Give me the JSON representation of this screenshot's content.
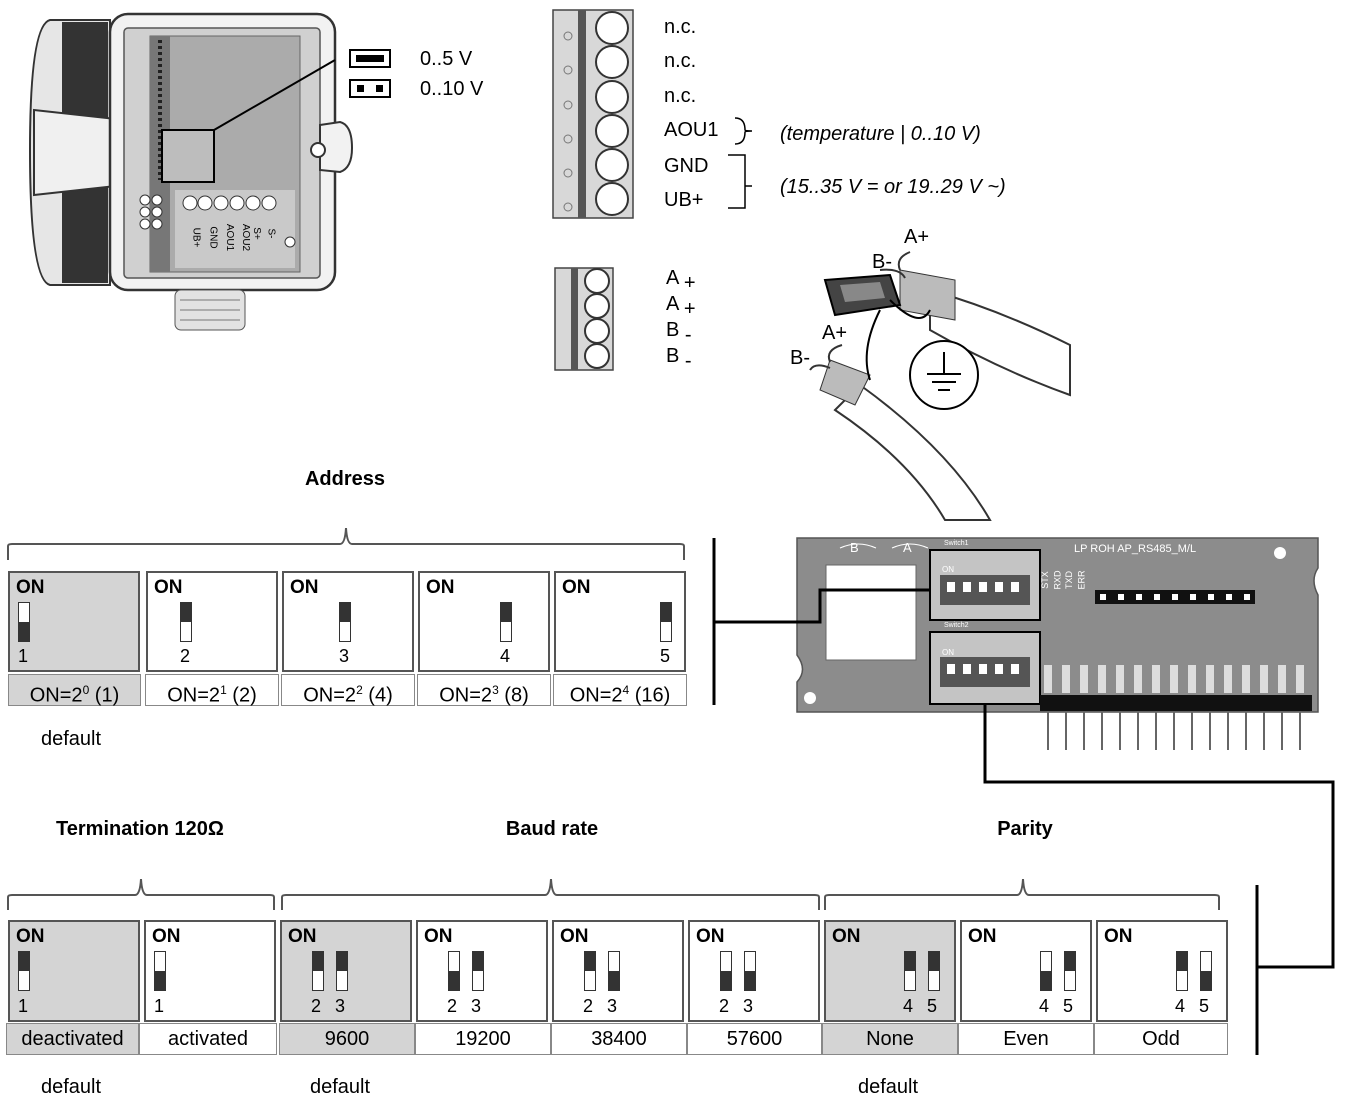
{
  "jumper": {
    "j1": "0..5 V",
    "j2": "0..10 V"
  },
  "board_labels": [
    "S-",
    "S+",
    "AOU2",
    "AOU1",
    "GND",
    "UB+"
  ],
  "terminal_upper": {
    "pins": [
      "n.c.",
      "n.c.",
      "n.c.",
      "AOU1",
      "GND",
      "UB+"
    ],
    "note1": "(temperature | 0..10 V)",
    "note2": "(15..35 V = or 19..29 V ~)"
  },
  "terminal_lower": {
    "pins": [
      "A",
      "A",
      "B",
      "B"
    ],
    "signs": [
      "+",
      "+",
      "-",
      "-"
    ]
  },
  "cable_labels": {
    "a_plus": "A+",
    "b_minus": "B-"
  },
  "pcb": {
    "label": "LP ROH AP_RS485_M/L",
    "switch1": "Switch1",
    "switch2": "Switch2",
    "on": "ON",
    "leds": [
      "STX",
      "RXD",
      "TXD",
      "ERR"
    ],
    "b": "B",
    "a": "A"
  },
  "address": {
    "title": "Address",
    "on": "ON",
    "switches": [
      {
        "num": "1",
        "cap_base": "ON=2",
        "exp": "0",
        "cap_val": " (1)"
      },
      {
        "num": "2",
        "cap_base": "ON=2",
        "exp": "1",
        "cap_val": " (2)"
      },
      {
        "num": "3",
        "cap_base": "ON=2",
        "exp": "2",
        "cap_val": " (4)"
      },
      {
        "num": "4",
        "cap_base": "ON=2",
        "exp": "3",
        "cap_val": " (8)"
      },
      {
        "num": "5",
        "cap_base": "ON=2",
        "exp": "4",
        "cap_val": " (16)"
      }
    ],
    "default": "default"
  },
  "termination": {
    "title": "Termination 120Ω",
    "num": "1",
    "options": [
      "deactivated",
      "activated"
    ],
    "default": "default"
  },
  "baud": {
    "title": "Baud rate",
    "nums": [
      "2",
      "3"
    ],
    "options": [
      "9600",
      "19200",
      "38400",
      "57600"
    ],
    "default": "default"
  },
  "parity": {
    "title": "Parity",
    "nums": [
      "4",
      "5"
    ],
    "options": [
      "None",
      "Even",
      "Odd"
    ],
    "default": "default"
  }
}
